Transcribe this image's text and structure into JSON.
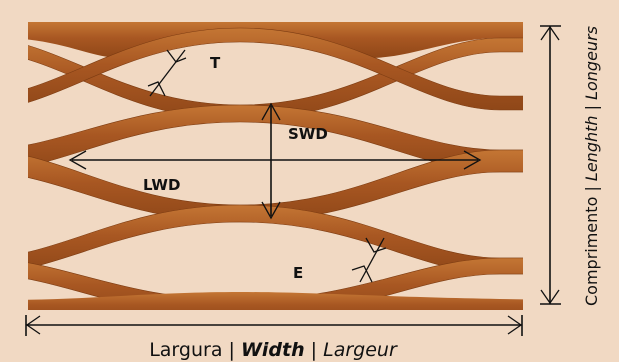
{
  "diagram": {
    "labels": {
      "t": "T",
      "swd": "SWD",
      "lwd": "LWD",
      "e": "E"
    },
    "width_label": {
      "pt": "Largura",
      "sep1": " | ",
      "en": "Width",
      "sep2": " | ",
      "fr": "Largeur"
    },
    "length_label": {
      "pt": "Comprimento",
      "sep1": " | ",
      "en": "Lenghth",
      "sep2": " | ",
      "fr": "Longeurs"
    },
    "colors": {
      "background": "#f1d9c3",
      "strand_dark": "#a2521e",
      "strand_light": "#c87a3a",
      "ink": "#111111"
    }
  }
}
